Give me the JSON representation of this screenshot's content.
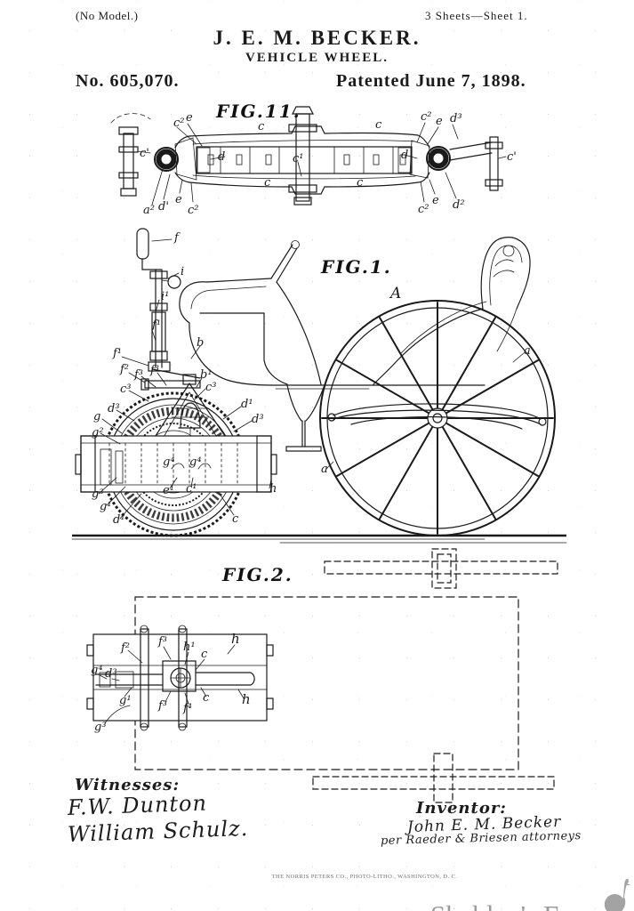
{
  "page": {
    "no_model": "(No Model.)",
    "sheets": "3 Sheets—Sheet 1.",
    "inventor_name": "J. E. M. BECKER.",
    "invention_title": "VEHICLE WHEEL.",
    "patent_number": "No. 605,070.",
    "patent_date": "Patented June 7, 1898.",
    "printer_line": "THE NORRIS PETERS CO., PHOTO-LITHO., WASHINGTON, D. C.",
    "watermark": "Sheldon's Emu"
  },
  "colors": {
    "ink": "#1a1a1a",
    "watermark_gray": "#9b9b9b"
  },
  "fig11": {
    "title": "FIG.11.",
    "labels": [
      {
        "t": "c²"
      },
      {
        "t": "e"
      },
      {
        "t": "c"
      },
      {
        "t": "c"
      },
      {
        "t": "c²"
      },
      {
        "t": "e"
      },
      {
        "t": "d³"
      },
      {
        "t": "c'"
      },
      {
        "t": "d"
      },
      {
        "t": "c¹"
      },
      {
        "t": "d"
      },
      {
        "t": "c'"
      },
      {
        "t": "c"
      },
      {
        "t": "c"
      },
      {
        "t": "a²"
      },
      {
        "t": "d'"
      },
      {
        "t": "e"
      },
      {
        "t": "c²"
      },
      {
        "t": "c²"
      },
      {
        "t": "e"
      },
      {
        "t": "d²"
      }
    ]
  },
  "fig1": {
    "title": "FIG.1.",
    "labels": [
      {
        "t": "f"
      },
      {
        "t": "i"
      },
      {
        "t": "i¹"
      },
      {
        "t": "f¹"
      },
      {
        "t": "f¹"
      },
      {
        "t": "f²"
      },
      {
        "t": "f³"
      },
      {
        "t": "f³"
      },
      {
        "t": "c³"
      },
      {
        "t": "c³"
      },
      {
        "t": "b"
      },
      {
        "t": "b¹"
      },
      {
        "t": "d³"
      },
      {
        "t": "g"
      },
      {
        "t": "g²"
      },
      {
        "t": "d¹"
      },
      {
        "t": "d³"
      },
      {
        "t": "g³"
      },
      {
        "t": "g¹"
      },
      {
        "t": "d¹"
      },
      {
        "t": "g⁴"
      },
      {
        "t": "g⁴"
      },
      {
        "t": "e¹"
      },
      {
        "t": "c¹"
      },
      {
        "t": "c"
      },
      {
        "t": "h"
      },
      {
        "t": "A"
      },
      {
        "t": "a"
      },
      {
        "t": "a"
      }
    ]
  },
  "fig2": {
    "title": "FIG.2.",
    "labels": [
      {
        "t": "f²"
      },
      {
        "t": "f³"
      },
      {
        "t": "h¹"
      },
      {
        "t": "c"
      },
      {
        "t": "h"
      },
      {
        "t": "g⁴"
      },
      {
        "t": "d³"
      },
      {
        "t": "g¹"
      },
      {
        "t": "f³"
      },
      {
        "t": "f⁴"
      },
      {
        "t": "c"
      },
      {
        "t": "h"
      },
      {
        "t": "g³"
      }
    ]
  },
  "signatures": {
    "witnesses_heading": "Witnesses:",
    "witness1": "F.W. Dunton",
    "witness2": "William Schulz.",
    "inventor_heading": "Inventor:",
    "inventor_signature": "John E. M. Becker",
    "attorney_line": "per Raeder & Briesen attorneys"
  }
}
